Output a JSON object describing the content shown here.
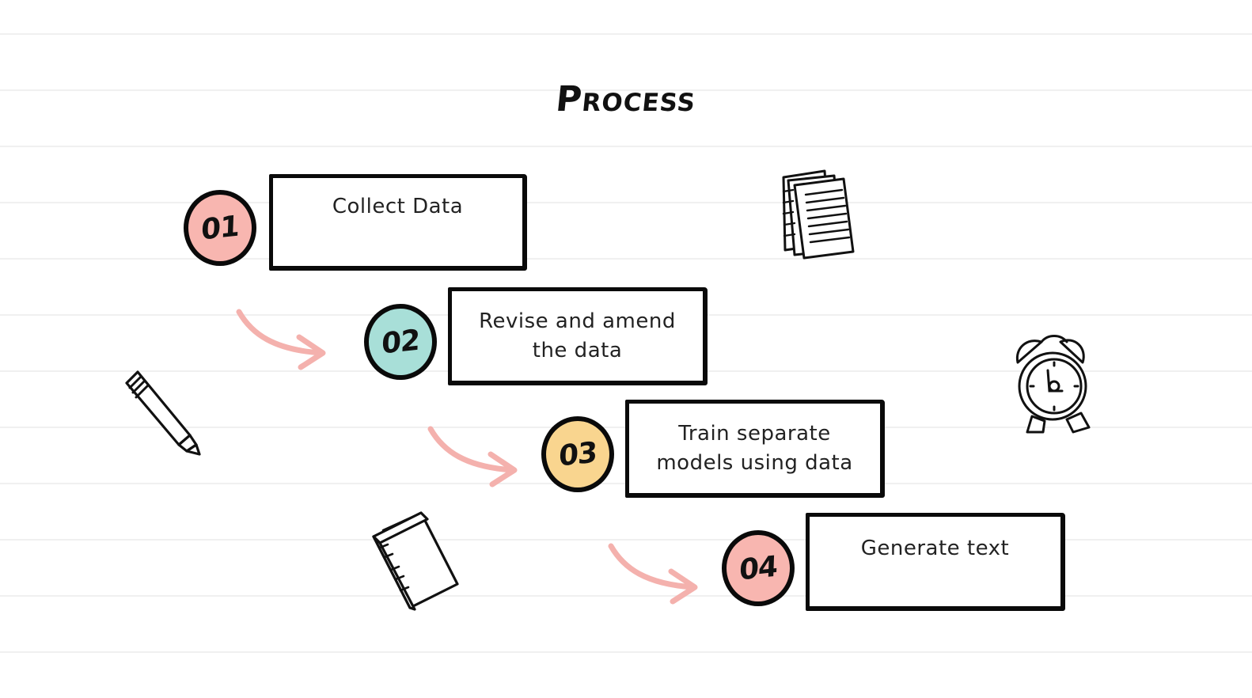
{
  "slide": {
    "title": "Process",
    "colors": {
      "background": "#ffffff",
      "ruled_line": "#f0f0f0",
      "ink": "#0a0a0a",
      "arrow": "#f4b1ad",
      "pink": "#f8b6b0",
      "teal": "#a8dfd8",
      "yellow": "#f9d58f"
    },
    "steps": [
      {
        "number": "01",
        "label": "Collect Data",
        "color": "#f8b6b0"
      },
      {
        "number": "02",
        "label": "Revise and amend\nthe data",
        "color": "#a8dfd8"
      },
      {
        "number": "03",
        "label": "Train separate\nmodels using data",
        "color": "#f9d58f"
      },
      {
        "number": "04",
        "label": "Generate text",
        "color": "#f8b6b0"
      }
    ],
    "icons": {
      "papers": "papers-icon",
      "alarm_clock": "alarm-clock-icon",
      "marker": "marker-icon",
      "book": "book-icon",
      "arrow": "arrow-icon"
    }
  }
}
